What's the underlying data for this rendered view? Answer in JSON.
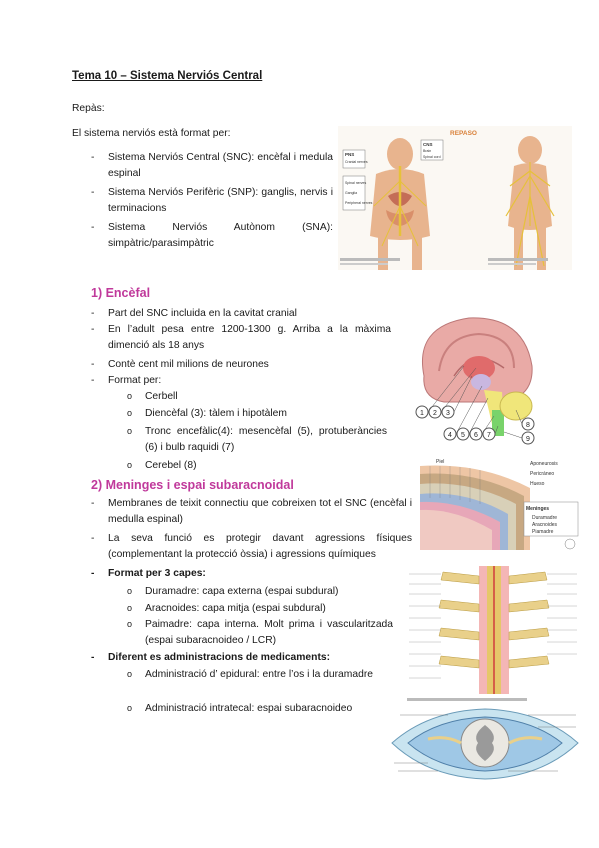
{
  "title": "Tema 10 – Sistema Nerviós Central",
  "intro": {
    "repas": "Repàs:",
    "lead": "El sistema nerviós està format per:",
    "items": [
      "Sistema Nerviós Central (SNC): encèfal i medula espinal",
      "Sistema Nerviós Perifèric (SNP): ganglis, nervis i terminacions",
      "Sistema Nerviós Autònom (SNA): simpàtric/parasimpàtric"
    ]
  },
  "figures": {
    "repaso": {
      "badge": "REPASO",
      "labels": [
        "CNS",
        "Brain",
        "Spinal cord",
        "PNS",
        "Cranial nerves",
        "Spinal nerves",
        "Ganglia",
        "Peripheral nerves"
      ]
    },
    "brain": {
      "numbers": [
        "1",
        "2",
        "3",
        "4",
        "5",
        "6",
        "7",
        "8",
        "9"
      ]
    },
    "meninges": {
      "labels": [
        "Piel",
        "Aponeurosis",
        "Pericráneo",
        "Hueso",
        "Meninges",
        "Duramadre",
        "Aracnoides",
        "Piamadre"
      ]
    }
  },
  "section1": {
    "heading": "1)  Encèfal",
    "items": [
      "Part del SNC incluida en la cavitat cranial",
      "En l’adult pesa entre 1200-1300 g. Arriba a la màxima dimenció als 18 anys",
      "Contè cent mil milions de neurones",
      "Format per:"
    ],
    "sub": [
      "Cerbell",
      "Diencèfal (3): tàlem i hipotàlem",
      "Tronc encefàlic(4): mesencèfal (5), protuberàncies (6) i bulb raquidi (7)",
      "Cerebel (8)"
    ]
  },
  "section2": {
    "heading": "2)  Meninges i espai subaracnoidal",
    "items": [
      "Membranes de teixit connectiu que cobreixen tot el SNC (encèfal i medulla espinal)",
      "La seva funció es protegir davant agressions físiques (complementant la protecció òssia) i agressions químiques",
      "Format per 3 capes:"
    ],
    "capes": [
      "Duramadre: capa externa (espai subdural)",
      "Aracnoides: capa mitja  (espai subdural)",
      "Paimadre: capa interna. Molt prima i vascularitzada (espai subaracnoideo / LCR)"
    ],
    "admin_heading": "Diferent es administracions de medicaments:",
    "admin": [
      "Administració d’ epidural: entre l’os i la duramadre",
      "Administració intratecal: espai subaracnoideo"
    ]
  }
}
